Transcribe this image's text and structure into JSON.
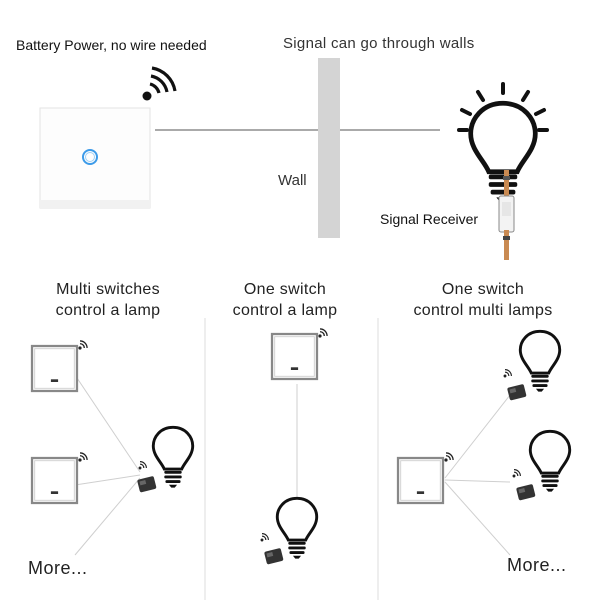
{
  "top": {
    "battery_text": "Battery Power, no wire needed",
    "signal_text": "Signal can go through walls",
    "wall_label": "Wall",
    "receiver_label": "Signal Receiver"
  },
  "sections": [
    {
      "line1": "Multi switches",
      "line2": "control a lamp",
      "more": "More..."
    },
    {
      "line1": "One switch",
      "line2": "control a lamp"
    },
    {
      "line1": "One switch",
      "line2": "control multi lamps",
      "more": "More..."
    }
  ],
  "icons": {
    "switch": "wireless-switch-icon",
    "bulb": "light-bulb-icon",
    "receiver": "receiver-module-icon",
    "signal": "wifi-signal-icon"
  },
  "colors": {
    "led": "#3d9be9",
    "wall": "#d4d4d4",
    "line": "#bdbdbd"
  }
}
